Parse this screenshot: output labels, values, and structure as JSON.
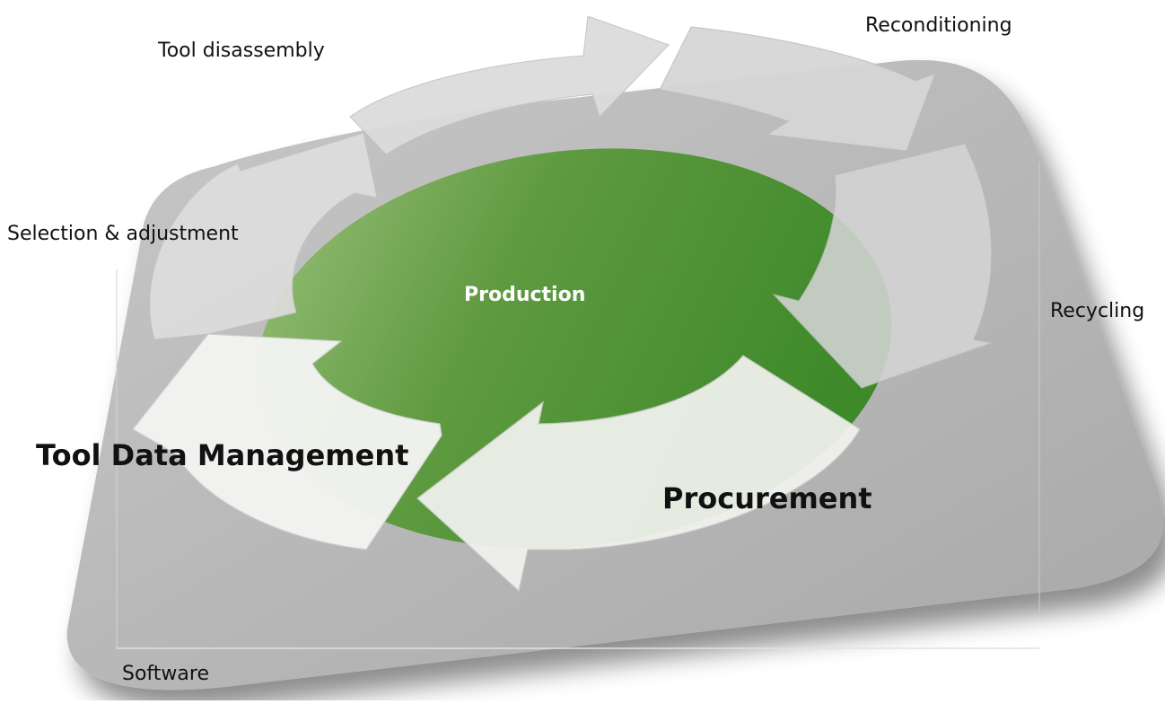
{
  "labels": {
    "center": "Production",
    "tool_disassembly": "Tool disassembly",
    "reconditioning": "Reconditioning",
    "selection_adjustment": "Selection & adjustment",
    "recycling": "Recycling",
    "tool_data_management": "Tool Data Management",
    "procurement": "Procurement",
    "software": "Software"
  },
  "colors": {
    "green_dark": "#3e8a2a",
    "green_light": "#9cc27c",
    "grey_platform": "#b4b4b4",
    "arrow_grey": "#dadada",
    "arrow_white": "#f6f7f4"
  }
}
